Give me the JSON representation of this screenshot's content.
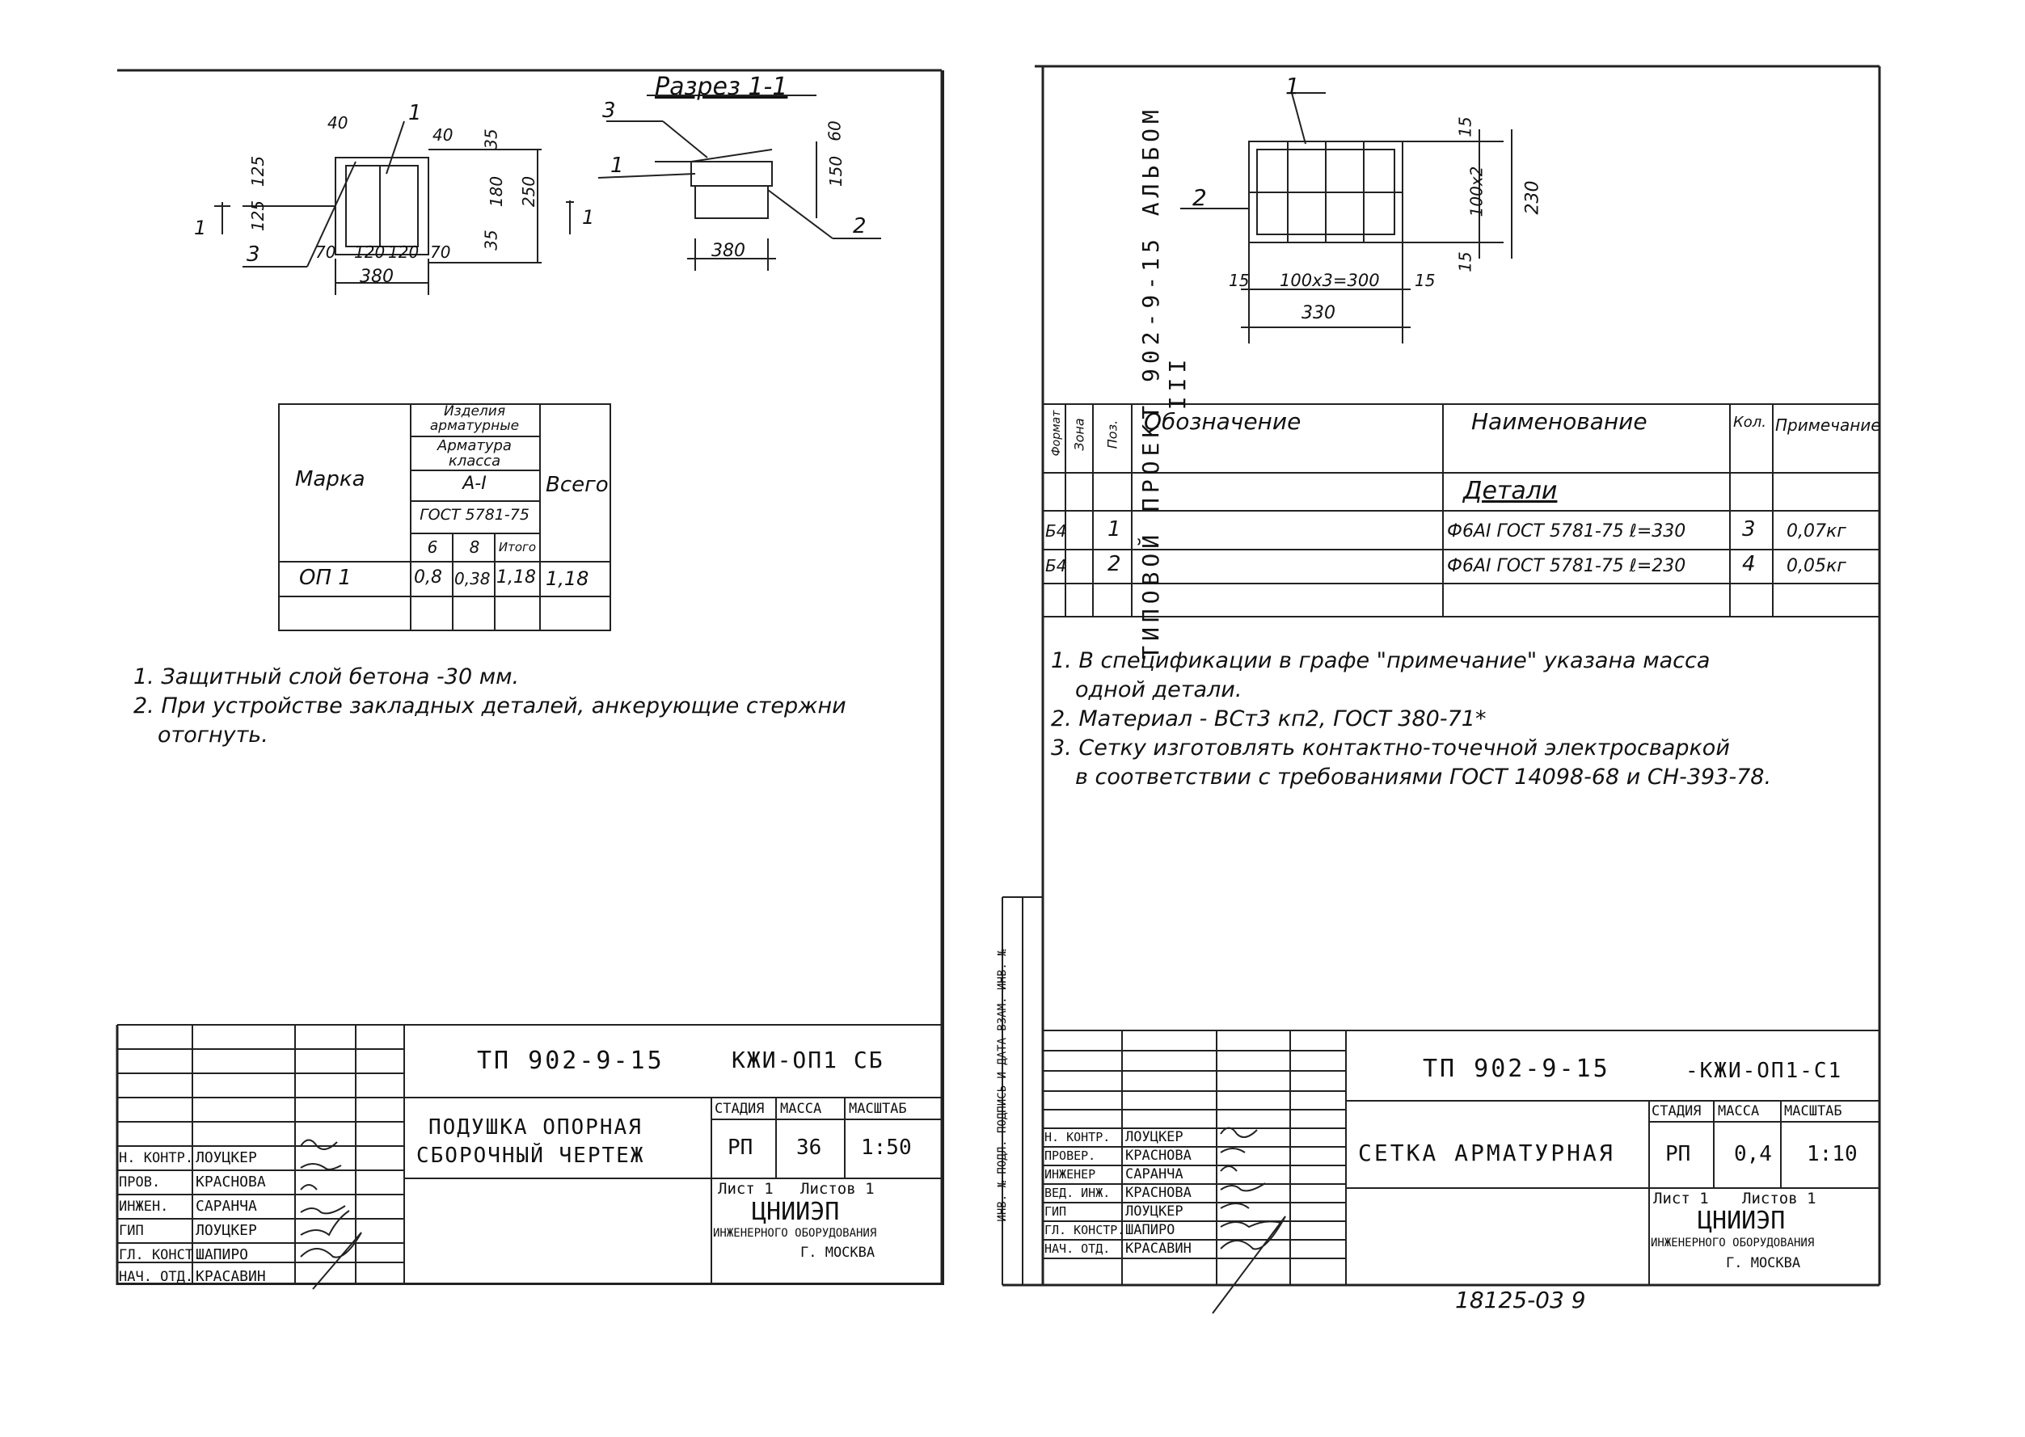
{
  "left": {
    "section_title": "Разрез 1-1",
    "plan": {
      "callouts": [
        "1",
        "3",
        "1",
        "1"
      ],
      "dims_top": [
        "40",
        "40"
      ],
      "dims_left": [
        "125",
        "125"
      ],
      "dims_right": [
        "35",
        "180",
        "35",
        "250"
      ],
      "dims_bottom": [
        "70",
        "120",
        "120",
        "70",
        "380"
      ]
    },
    "section": {
      "callouts": [
        "3",
        "1",
        "2"
      ],
      "dims_right": [
        "60",
        "150"
      ],
      "dims_bottom": [
        "380"
      ]
    },
    "table": {
      "h_marka": "Марка",
      "h_izdelia": "Изделия арматурные",
      "h_armatura": "Арматура класса",
      "h_class": "А-I",
      "h_gost": "ГОСТ 5781-75",
      "h_6": "6",
      "h_8": "8",
      "h_itogo": "Итого",
      "h_vsego": "Всего",
      "row_mark": "ОП 1",
      "row_6": "0,8",
      "row_8": "0,38",
      "row_itogo": "1,18",
      "row_vsego": "1,18"
    },
    "notes": [
      "1. Защитный слой бетона -30 мм.",
      "2. При устройстве закладных деталей, анкерующие стержни",
      "отогнуть."
    ],
    "title_block": {
      "code": "ТП 902-9-15",
      "sheet_code": "КЖИ-ОП1 СБ",
      "name_line1": "ПОДУШКА ОПОРНАЯ",
      "name_line2": "СБОРОЧНЫЙ ЧЕРТЕЖ",
      "h_stage": "СТАДИЯ",
      "h_mass": "МАССА",
      "h_scale": "МАСШТАБ",
      "stage": "РП",
      "mass": "36",
      "scale": "1:50",
      "sheet": "Лист 1",
      "sheets": "Листов 1",
      "org1": "ЦНИИЭП",
      "org2": "ИНЖЕНЕРНОГО ОБОРУДОВАНИЯ",
      "org3": "Г. МОСКВА",
      "roles": [
        "Н. КОНТР.",
        "ПРОВ.",
        "ИНЖЕН.",
        "ГИП",
        "ГЛ. КОНСТ.",
        "НАЧ. ОТД."
      ],
      "names": [
        "ЛОУЦКЕР",
        "КРАСНОВА",
        "САРАНЧА",
        "ЛОУЦКЕР",
        "ШАПИРО",
        "КРАСАВИН"
      ]
    }
  },
  "right": {
    "vertical_title": "ТИПОВОЙ ПРОЕКТ 902-9-15 АЛЬБОМ III",
    "stamp_vertical": "ИНВ. № ПОДЛ. ПОДПИСЬ И ДАТА ВЗАМ. ИНВ. №",
    "mesh": {
      "callouts": [
        "1",
        "2"
      ],
      "dims_bottom": [
        "15",
        "100x3=300",
        "15",
        "330"
      ],
      "dims_right": [
        "15",
        "100x2",
        "15",
        "230"
      ]
    },
    "spec": {
      "h_format": "Формат",
      "h_zone": "Зона",
      "h_pos": "Поз.",
      "h_designation": "Обозначение",
      "h_name": "Наименование",
      "h_qty": "Кол.",
      "h_note": "Примечание",
      "section": "Детали",
      "rows": [
        {
          "format": "Б4",
          "pos": "1",
          "name": "Ф6АI ГОСТ 5781-75 ℓ=330",
          "qty": "3",
          "note": "0,07кг"
        },
        {
          "format": "Б4",
          "pos": "2",
          "name": "Ф6АI ГОСТ 5781-75 ℓ=230",
          "qty": "4",
          "note": "0,05кг"
        }
      ]
    },
    "notes": [
      "1. В спецификации в графе \"примечание\" указана масса",
      "одной детали.",
      "2. Материал - ВСт3 кп2, ГОСТ 380-71*",
      "3. Сетку изготовлять контактно-точечной электросваркой",
      "в соответствии с требованиями ГОСТ 14098-68 и СН-393-78."
    ],
    "title_block": {
      "code": "ТП 902-9-15",
      "sheet_code": "-КЖИ-ОП1-С1",
      "name": "СЕТКА АРМАТУРНАЯ",
      "h_stage": "СТАДИЯ",
      "h_mass": "МАССА",
      "h_scale": "МАСШТАБ",
      "stage": "РП",
      "mass": "0,4",
      "scale": "1:10",
      "sheet": "Лист 1",
      "sheets": "Листов 1",
      "org1": "ЦНИИЭП",
      "org2": "ИНЖЕНЕРНОГО ОБОРУДОВАНИЯ",
      "org3": "Г. МОСКВА",
      "roles": [
        "Н. КОНТР.",
        "ПРОВЕР.",
        "ИНЖЕНЕР",
        "ВЕД. ИНЖ.",
        "ГИП",
        "ГЛ. КОНСТР.",
        "НАЧ. ОТД."
      ],
      "names": [
        "ЛОУЦКЕР",
        "КРАСНОВА",
        "САРАНЧА",
        "КРАСНОВА",
        "ЛОУЦКЕР",
        "ШАПИРО",
        "КРАСАВИН"
      ]
    },
    "footer_number": "18125-03 9"
  }
}
